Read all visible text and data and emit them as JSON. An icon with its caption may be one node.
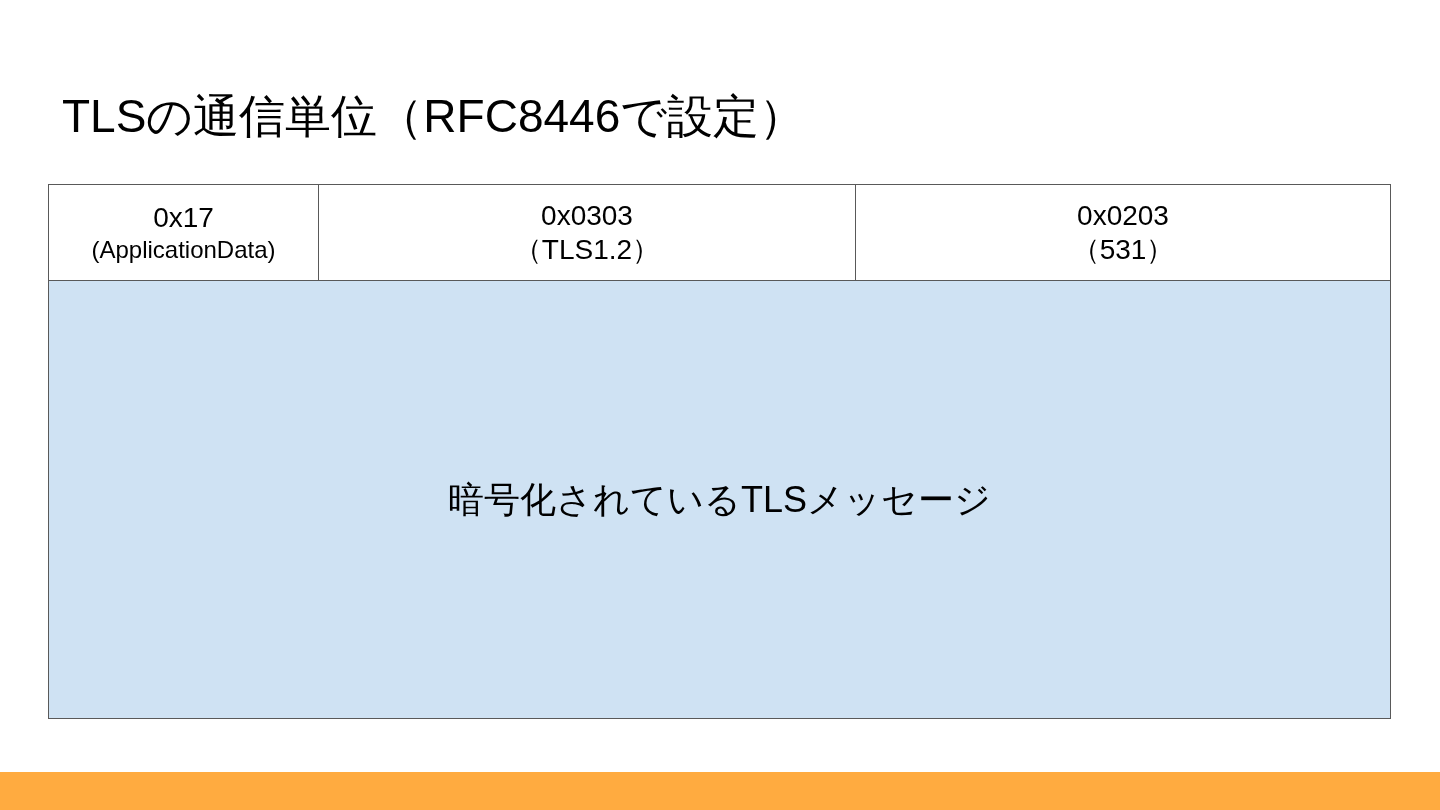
{
  "diagram": {
    "title": "TLSの通信単位（RFC8446で設定）",
    "nodes": [
      {
        "text": [
          "0x17",
          "(ApplicationData)"
        ]
      },
      {
        "text": [
          "0x0303",
          "（TLS1.2）"
        ]
      },
      {
        "text": [
          "0x0203",
          "（531）"
        ]
      },
      {
        "text": [
          "暗号化されているTLSメッセージ"
        ]
      }
    ]
  }
}
